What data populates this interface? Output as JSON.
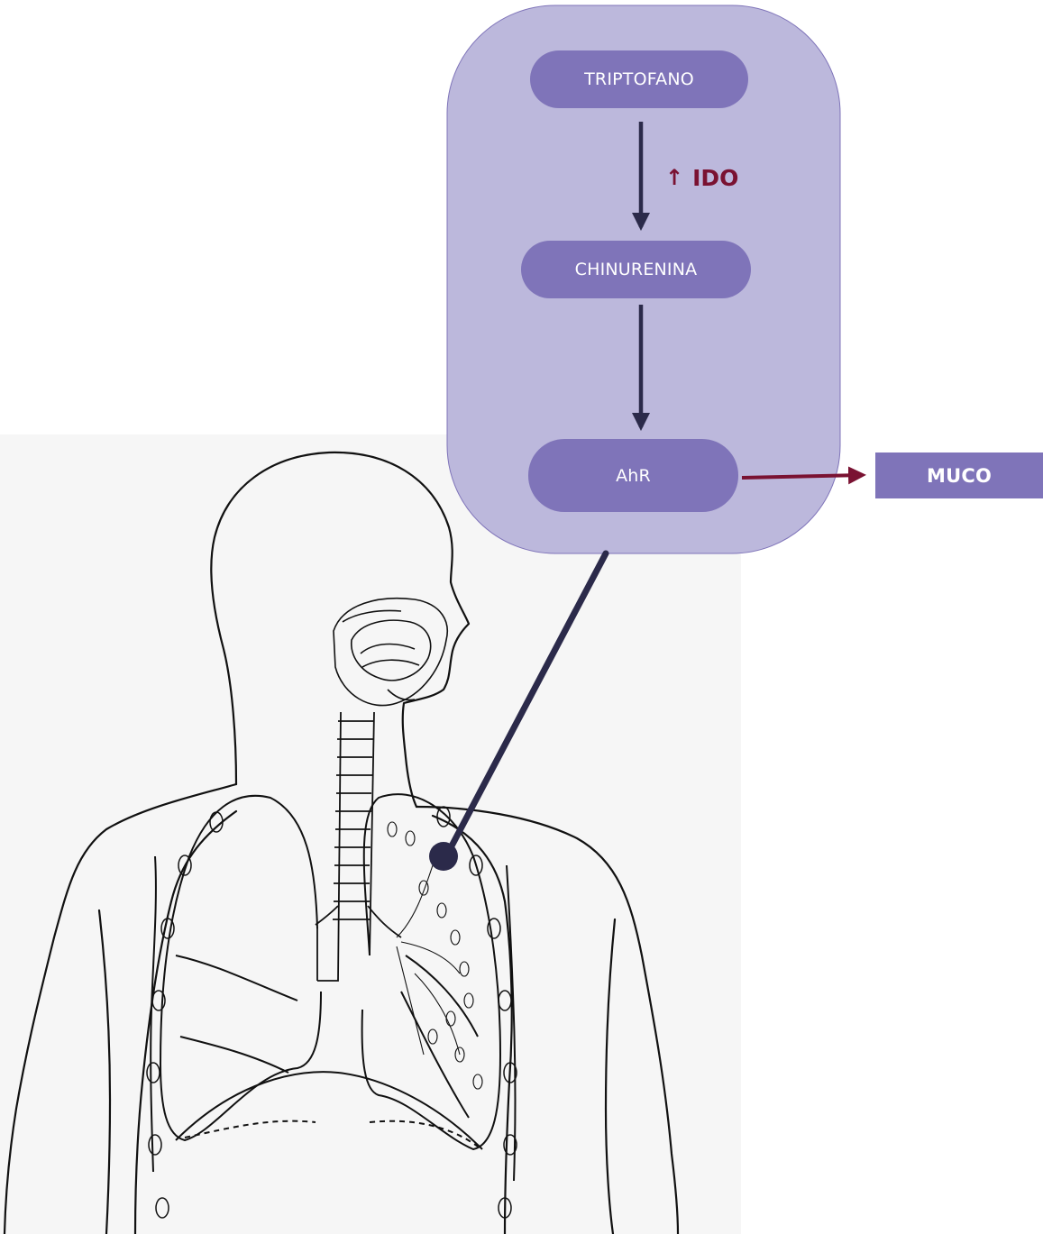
{
  "pathway": {
    "nodes": {
      "triptofano": "TRIPTOFANO",
      "chinurenina": "CHINURENINA",
      "ahr": "AhR"
    },
    "enzyme": {
      "arrow_symbol": "↑",
      "name": "IDO"
    },
    "output": "MUCO"
  },
  "colors": {
    "panel_fill": "#bcb8dc",
    "node_fill": "#7f74b9",
    "arrow_dark": "#2b2a4a",
    "arrow_red": "#7a1232"
  },
  "illustration": "human-respiratory-system"
}
